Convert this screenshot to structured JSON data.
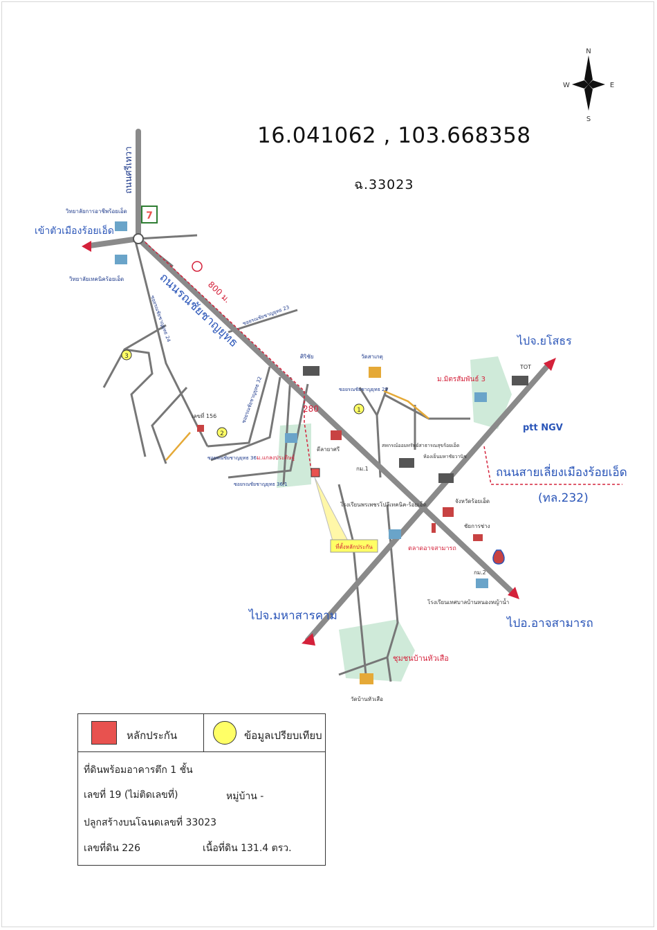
{
  "header": {
    "coordinates": "16.041062 , 103.668358",
    "deed": "ฉ.33023"
  },
  "compass": {
    "n": "N",
    "s": "S",
    "e": "E",
    "w": "W"
  },
  "roads": {
    "sriwawan": "ถนนศรีเทวา",
    "ranchaichan": "ถนนรณชัยชาญยุทธ",
    "bypass": "ถนนสายเลี่ยงเมืองร้อยเอ็ด",
    "bypass_code": "(ทล.232)",
    "to_city": "เข้าตัวเมืองร้อยเอ็ด",
    "to_yasothon": "ไปจ.ยโสธร",
    "to_mahasarakham": "ไปจ.มหาสารคาม",
    "to_atsamat": "ไปอ.อาจสามารถ"
  },
  "distances": {
    "d800": "800 ม.",
    "d280": "280"
  },
  "sois": {
    "soi23": "ซอยรณชัยชาญยุทธ 23",
    "soi24": "ซอยรณชัยชาญยุทธ 24",
    "soi32": "ซอยรณชัยชาญยุทธ 32",
    "soi29": "ซอยรณชัยชาญยุทธ 29",
    "soi36": "ซอยรณชัยชาญยุทธ 36",
    "soi36_1": "ซอยรณชัยชาญยุทธ 36/1"
  },
  "places": {
    "agri_college": "วิทยาลัยการอาชีพร้อยเอ็ด",
    "tech_college": "วิทยาลัยเทคนิคร้อยเอ็ด",
    "sirichai": "ศิริชัย",
    "wat_sadet": "วัดสาเกตุ",
    "tot": "TOT",
    "mitsamphan": "ม.มิตรสัมพันธ์ 3",
    "ptt": "ptt NGV",
    "no156": "เลขที่ 156",
    "kleangpradit": "ม.แกลงประดิษฐ์",
    "deeyasri": "ดีลายาศรี",
    "km1": "กม.1",
    "cooperative": "สหกรณ์ออมทรัพย์สาธารณสุขร้อยเอ็ด",
    "cold_room": "ห้องเย็นมหาชัยวานิช",
    "polytechnic": "โรงเรียนพรเพชรโปลีเทคนิค-ร้อยเอ็ด",
    "roiet_province": "จังหวัดร้อยเอ็ด",
    "highway_dept": "ชัยการช่าง",
    "atsamat_market": "ตลาดอาจสามารถ",
    "km2": "กม.2",
    "nongpuan_school": "โรงเรียนเทศบาลบ้านหนองหญ้าน้ำ",
    "huaseng_community": "ชุมชนบ้านหัวเสือ",
    "wat_huaseng": "วัดบ้านหัวเสือ",
    "collateral_tag": "ที่ตั้งหลักประกัน"
  },
  "markers": {
    "m1": "1",
    "m2": "2",
    "m3": "3",
    "seven": "7"
  },
  "legend": {
    "collateral": "หลักประกัน",
    "comparison": "ข้อมูลเปรียบเทียบ",
    "line1": "ที่ดินพร้อมอาคารตึก 1 ชั้น",
    "line2a": "เลขที่ 19 (ไม่ติดเลขที่)",
    "line2b": "หมู่บ้าน -",
    "line3": "ปลูกสร้างบนโฉนดเลขที่ 33023",
    "line4a": "เลขที่ดิน  226",
    "line4b": "เนื้อที่ดิน  131.4 ตรว."
  },
  "colors": {
    "road": "#888888",
    "label_blue": "#2a55b8",
    "label_red": "#d4213a",
    "collateral": "#e8524f",
    "comparison": "#ffff66",
    "green_area": "#cfead9"
  }
}
